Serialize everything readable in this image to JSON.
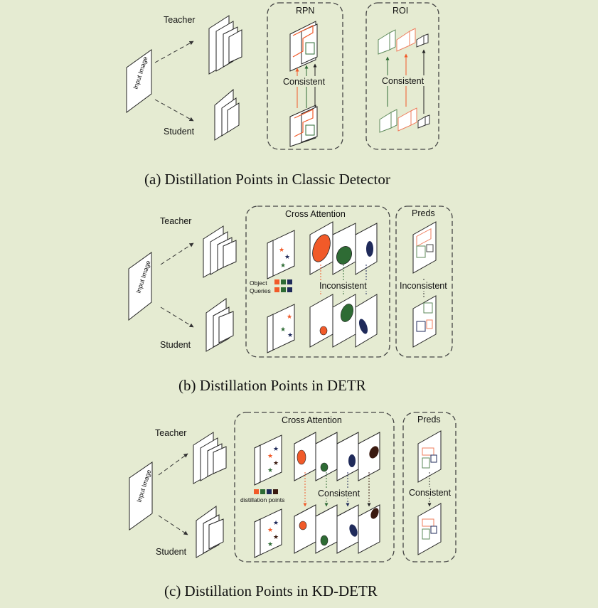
{
  "colors": {
    "background": "#e5ebd2",
    "red": "#f15a29",
    "green": "#2e6b34",
    "navy": "#1f2a5a",
    "brown": "#3a1a10",
    "green_light": "#5e8a5a",
    "red_light": "#ef7c5b"
  },
  "panel_a": {
    "input": "Input Image",
    "teacher": "Teacher",
    "student": "Student",
    "rpn_title": "RPN",
    "roi_title": "ROI",
    "rpn_consistency": "Consistent",
    "roi_consistency": "Consistent",
    "caption": "(a) Distillation Points in Classic Detector"
  },
  "panel_b": {
    "input": "Input Image",
    "teacher": "Teacher",
    "student": "Student",
    "cross_title": "Cross Attention",
    "preds_title": "Preds",
    "queries_label_1": "Object",
    "queries_label_2": "Queries",
    "cross_consistency": "Inconsistent",
    "preds_consistency": "Inconsistent",
    "caption": "(b) Distillation Points in DETR"
  },
  "panel_c": {
    "input": "Input Image",
    "teacher": "Teacher",
    "student": "Student",
    "cross_title": "Cross Attention",
    "preds_title": "Preds",
    "points_label": "distillation points",
    "cross_consistency": "Consistent",
    "preds_consistency": "Consistent",
    "caption": "(c) Distillation Points in KD-DETR"
  }
}
